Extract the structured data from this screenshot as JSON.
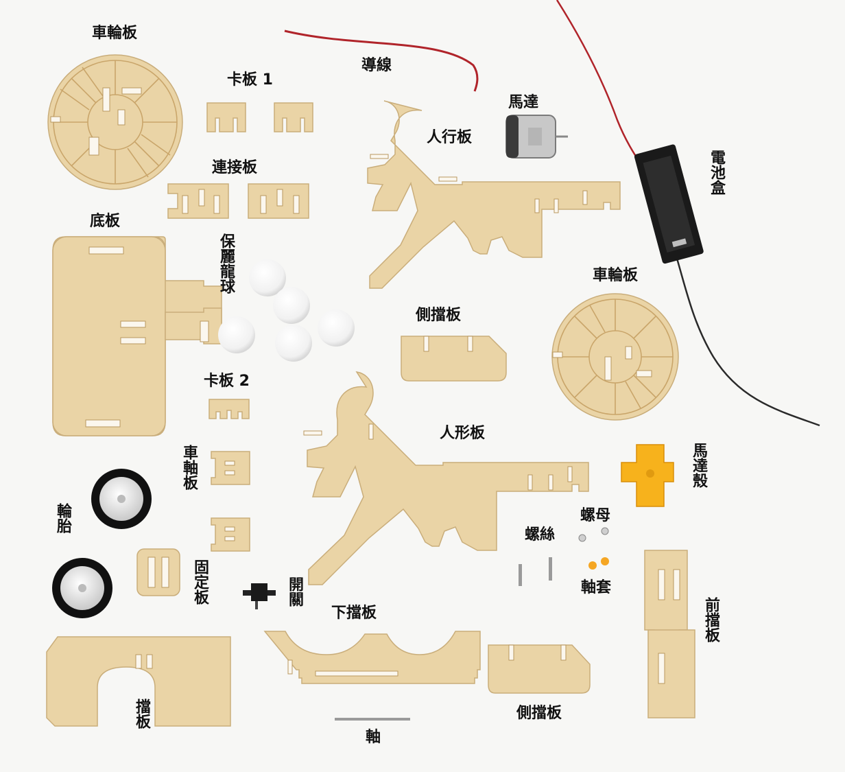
{
  "labels": {
    "wheel_board_top": "車輪板",
    "clip_board_1": "卡板 1",
    "wire": "導線",
    "motor": "馬達",
    "walker_board": "人行板",
    "battery_box": "電池盒",
    "connector_board": "連接板",
    "base_board": "底板",
    "poly_balls": "保麗龍球",
    "side_board_top": "側擋板",
    "wheel_board_right": "車輪板",
    "clip_board_2": "卡板 2",
    "figure_board": "人形板",
    "axle_board": "車軸板",
    "motor_housing": "馬達殼",
    "nut": "螺母",
    "screw": "螺絲",
    "tire": "輪胎",
    "fixing_board": "固定板",
    "switch": "開關",
    "axle_sleeve": "軸套",
    "lower_board": "下擋板",
    "front_board": "前擋板",
    "baffle": "擋板",
    "side_board_bottom": "側擋板",
    "axle": "軸"
  },
  "colors": {
    "background": "#f7f7f5",
    "wood": "#ead4a6",
    "wood_edge": "#c9ad7a",
    "wire_red": "#b0242a",
    "motor_housing": "#f7b21c",
    "tire": "#111111",
    "ball": "#ffffff"
  }
}
